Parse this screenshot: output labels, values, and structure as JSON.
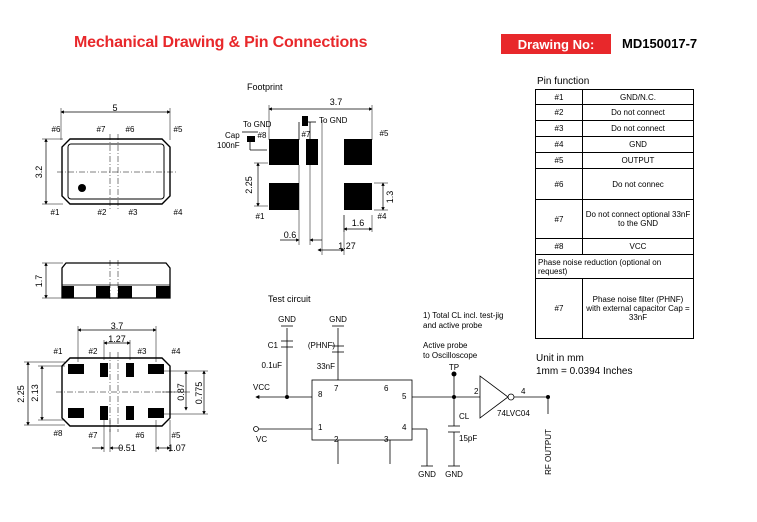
{
  "header": {
    "title": "Mechanical Drawing & Pin Connections",
    "drawing_label": "Drawing No:",
    "drawing_number": "MD150017-7",
    "title_color": "#e8282b"
  },
  "top_view": {
    "width_dim": "5",
    "height_dim": "3.2",
    "pins": [
      "#6",
      "#7",
      "#6",
      "#5",
      "#1",
      "#2",
      "#3",
      "#4"
    ]
  },
  "side_view": {
    "height_dim": "1.7"
  },
  "bottom_view": {
    "dim_top_outer": "3.7",
    "dim_top_inner": "1.27",
    "dim_left_outer": "2.25",
    "dim_left_inner": "2.13",
    "dim_right_inner": "0.87",
    "dim_right_outer": "0.775",
    "dim_bottom_inner": "0.51",
    "dim_bottom_right": "1.07",
    "pins": [
      "#1",
      "#2",
      "#3",
      "#4",
      "#8",
      "#7",
      "#6",
      "#5"
    ]
  },
  "footprint": {
    "title": "Footprint",
    "dim_top": "3.7",
    "to_gnd_left": "To GND",
    "to_gnd_right": "To GND",
    "cap_label": "Cap",
    "cap_value": "100nF",
    "pin8": "#8",
    "pin7": "#7",
    "pin5": "#5",
    "pin1": "#1",
    "pin4": "#4",
    "dim_left": "2.25",
    "dim_right": "1.3",
    "dim_pad": "1.6",
    "dim_bottom_left": "0.6",
    "dim_bottom_right": "1.27"
  },
  "pin_function": {
    "title": "Pin function",
    "rows": [
      {
        "pin": "#1",
        "function": "GND/N.C."
      },
      {
        "pin": "#2",
        "function": "Do not connect"
      },
      {
        "pin": "#3",
        "function": "Do not connect"
      },
      {
        "pin": "#4",
        "function": "GND"
      },
      {
        "pin": "#5",
        "function": "OUTPUT"
      },
      {
        "pin": "#6",
        "function": "Do not connec"
      },
      {
        "pin": "#7",
        "function": "Do not connect optional 33nF to the GND"
      },
      {
        "pin": "#8",
        "function": "VCC"
      }
    ],
    "phase_noise_heading": "Phase noise reduction        (optional on request)",
    "phase_noise_pin": "#7",
    "phase_noise_function": "Phase noise filter (PHNF) with external capacitor Cap = 33nF"
  },
  "units": {
    "line1": "Unit in mm",
    "line2": "1mm = 0.0394 Inches"
  },
  "test_circuit": {
    "title": "Test circuit",
    "gnd1": "GND",
    "gnd2": "GND",
    "c1": "C1",
    "c1_value": "0.1uF",
    "phnf": "(PHNF)",
    "phnf_value": "33nF",
    "vcc": "VCC",
    "vc": "VC",
    "pin8": "8",
    "pin7": "7",
    "pin6": "6",
    "pin5": "5",
    "pin1": "1",
    "pin2": "2",
    "pin3": "3",
    "pin4": "4",
    "note1_line1": "1) Total CL incl. test-jig",
    "note1_line2": "and active probe",
    "probe_line1": "Active probe",
    "probe_line2": "to Oscilloscope",
    "tp": "TP",
    "cl": "CL",
    "cl_value": "15pF",
    "gnd3": "GND",
    "gnd4": "GND",
    "buf_in": "2",
    "buf_out": "4",
    "buffer": "74LVC04",
    "rf_output": "RF OUTPUT"
  }
}
